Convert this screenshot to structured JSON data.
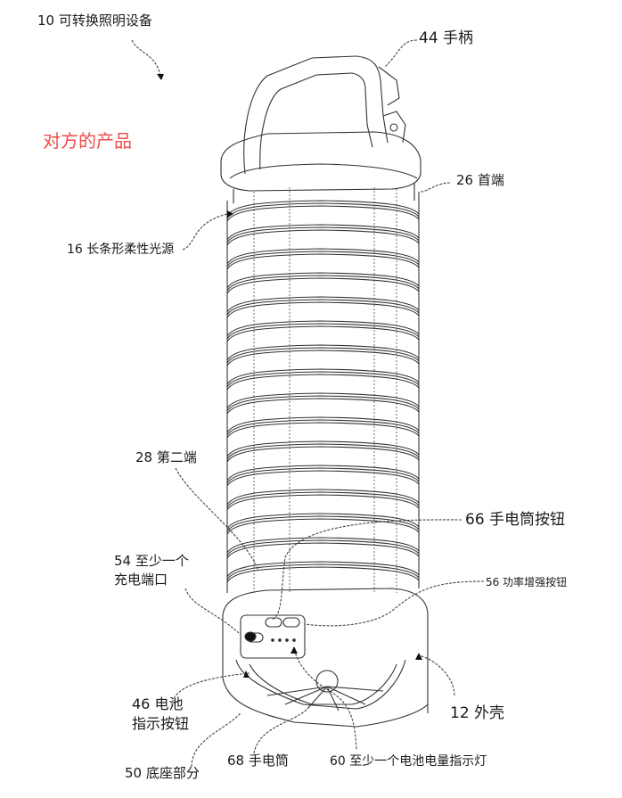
{
  "figure": {
    "title_label": "10 可转换照明设备",
    "annotation": "对方的产品",
    "annotation_color": "#f04a4a",
    "labels": {
      "handle": "44 手柄",
      "first_end": "26 首端",
      "light_source": "16 长条形柔性光源",
      "second_end": "28 第二端",
      "flashlight_button": "66 手电筒按钮",
      "charging_port_line1": "54 至少一个",
      "charging_port_line2": "充电端口",
      "power_boost_button": "56 功率增强按钮",
      "battery_button_line1": "46 电池",
      "battery_button_line2": "指示按钮",
      "housing": "12 外壳",
      "base": "50 底座部分",
      "flashlight": "68 手电筒",
      "battery_indicator": "60 至少一个电池电量指示灯"
    }
  }
}
